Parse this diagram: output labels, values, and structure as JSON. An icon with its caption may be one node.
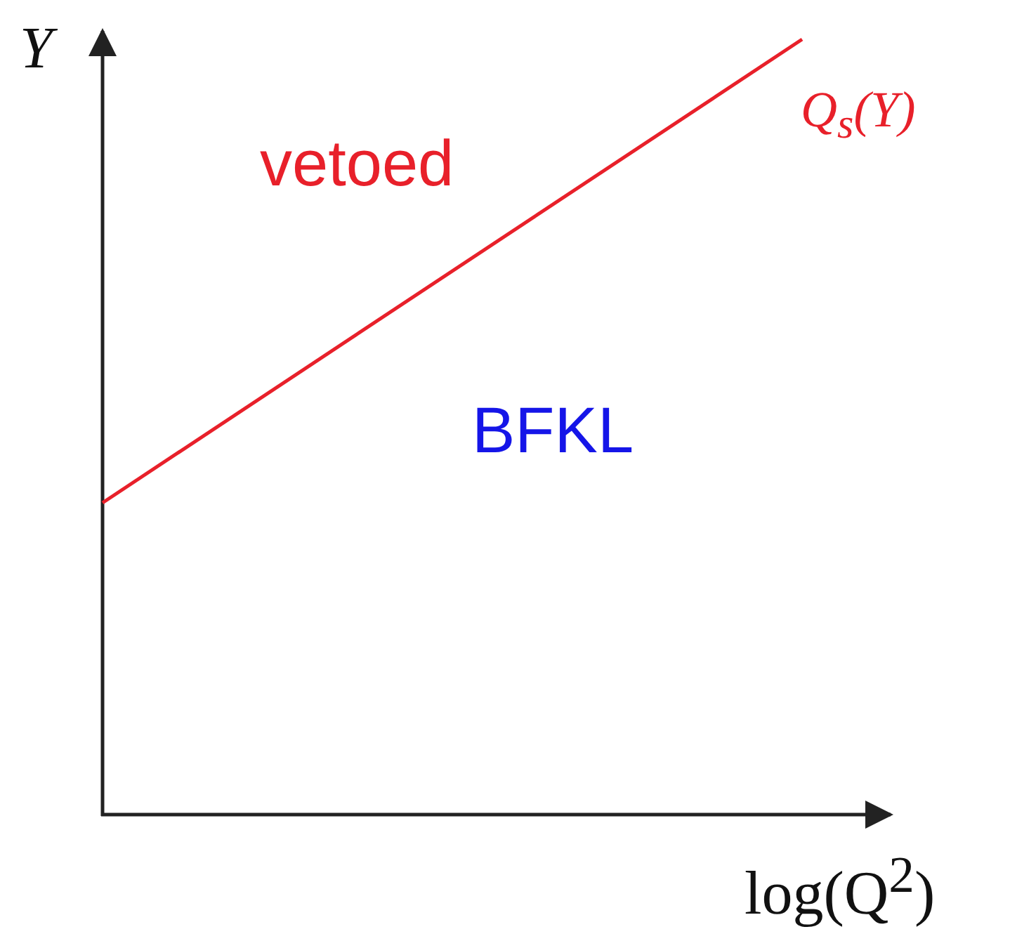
{
  "diagram": {
    "labels": [
      "Y",
      "Q$_{s}$(Y)",
      "vetoed",
      "BFKL",
      "log(Q$^{2}$)"
    ]
  }
}
